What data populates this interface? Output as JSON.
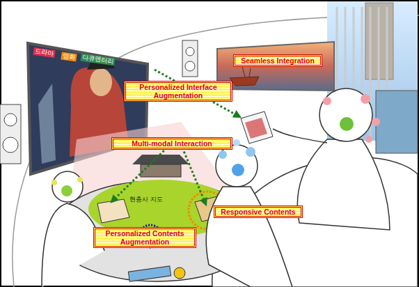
{
  "diagram": {
    "nodes": [
      {
        "text": [
          "Seamless Integration"
        ]
      },
      {
        "text": [
          "Personalized Interface Augmentation"
        ]
      },
      {
        "text": [
          "Multi-modal Interaction"
        ]
      },
      {
        "text": [
          "Responsive Contents"
        ]
      },
      {
        "text": [
          "Personalized Contents Augmentation"
        ]
      }
    ],
    "labels": [
      "드라마",
      "영화",
      "다큐멘터리",
      "현충사 지도"
    ]
  }
}
